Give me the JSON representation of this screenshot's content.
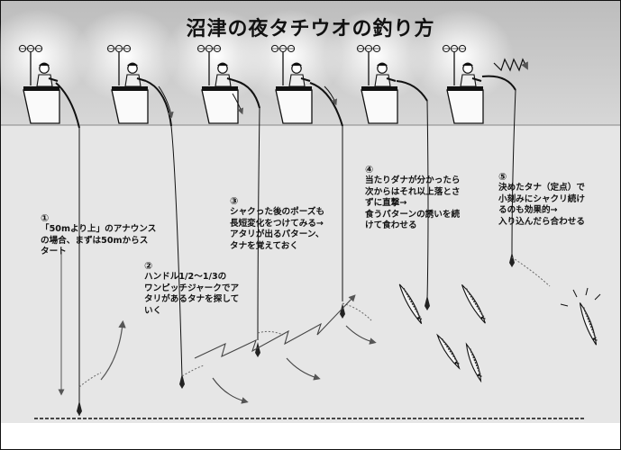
{
  "title": "沼津の夜タチウオの釣り方",
  "steps": [
    {
      "num": "①",
      "lines": [
        "「50mより上」のアナウンス",
        "の場合、まずは50mからス",
        "タート"
      ]
    },
    {
      "num": "②",
      "lines": [
        "ハンドル1/2〜1/3の",
        "ワンピッチジャークでア",
        "タリがあるタナを探して",
        "いく"
      ]
    },
    {
      "num": "③",
      "lines": [
        "シャクった後のポーズも",
        "長短変化をつけてみる→",
        "アタリが出るパターン、",
        "タナを覚えておく"
      ]
    },
    {
      "num": "④",
      "lines": [
        "当たりダナが分かったら",
        "次からはそれ以上落とさ",
        "ずに直撃→",
        "食うパターンの誘いを続",
        "けて食わせる"
      ]
    },
    {
      "num": "⑤",
      "lines": [
        "決めたタナ（定点）で",
        "小刻みにシャクリ続け",
        "るのも効果的→",
        "入り込んだら合わせる"
      ]
    }
  ],
  "colors": {
    "sea": "#e6e6e6",
    "sky": "#ffffff",
    "ink": "#111111",
    "lamp": "#f7f7f7"
  }
}
